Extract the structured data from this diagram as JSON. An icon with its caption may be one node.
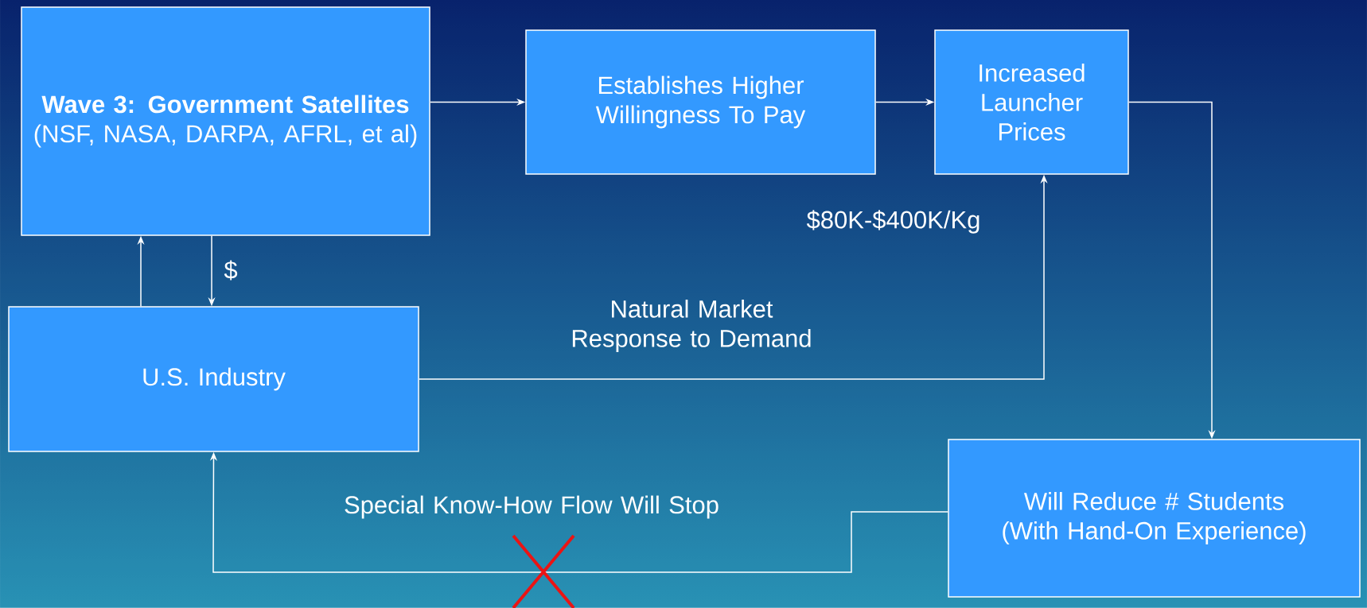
{
  "diagram": {
    "nodes": [
      {
        "text": [
          "Wave 3: Government Satellites",
          "(NSF, NASA, DARPA, AFRL, et al)"
        ]
      },
      {
        "text": [
          "Establishes Higher Willingness To Pay"
        ]
      },
      {
        "text": [
          "Increased Launcher Prices"
        ]
      },
      {
        "text": [
          "U.S. Industry"
        ]
      },
      {
        "text": [
          "Will Reduce # Students (With Hand-On Experience)"
        ]
      }
    ],
    "edges": [
      {
        "from": 0,
        "to": 1,
        "arrow": "to"
      },
      {
        "from": 1,
        "to": 2,
        "arrow": "to"
      },
      {
        "from": 2,
        "to": 4,
        "arrow": "to"
      },
      {
        "from": 3,
        "to": 0,
        "arrow": "to"
      },
      {
        "from": 0,
        "to": 3,
        "arrow": "to",
        "label": "$"
      },
      {
        "from": 3,
        "to": 2,
        "arrow": "to",
        "label": "Natural Market Response to Demand"
      },
      {
        "from": 4,
        "to": 3,
        "arrow": "to",
        "label": "Special Know-How Flow Will Stop"
      }
    ],
    "labels": [
      "$80K-$400K/Kg"
    ]
  }
}
